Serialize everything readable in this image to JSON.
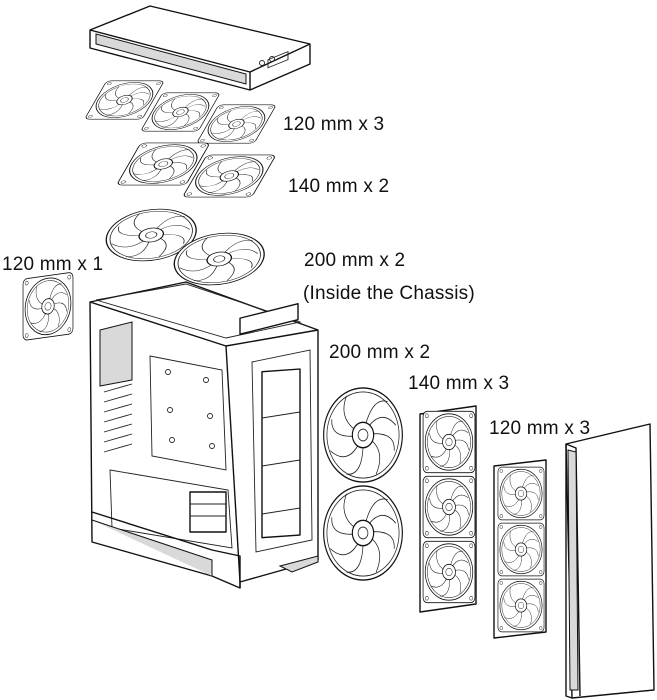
{
  "labels": {
    "top_120": "120 mm x 3",
    "top_140": "140 mm x 2",
    "inside_200": "200 mm x 2",
    "inside_note": "(Inside the Chassis)",
    "rear_120": "120 mm x 1",
    "side_200": "200 mm x 2",
    "front_140": "140 mm x 3",
    "front_120": "120 mm x 3"
  },
  "fan_groups": [
    {
      "name": "top-120",
      "count": 3,
      "size_mm": 120
    },
    {
      "name": "top-140",
      "count": 2,
      "size_mm": 140
    },
    {
      "name": "inside-200",
      "count": 2,
      "size_mm": 200
    },
    {
      "name": "rear-120",
      "count": 1,
      "size_mm": 120
    },
    {
      "name": "side-200",
      "count": 2,
      "size_mm": 200
    },
    {
      "name": "front-140",
      "count": 3,
      "size_mm": 140
    },
    {
      "name": "front-120",
      "count": 3,
      "size_mm": 120
    }
  ]
}
